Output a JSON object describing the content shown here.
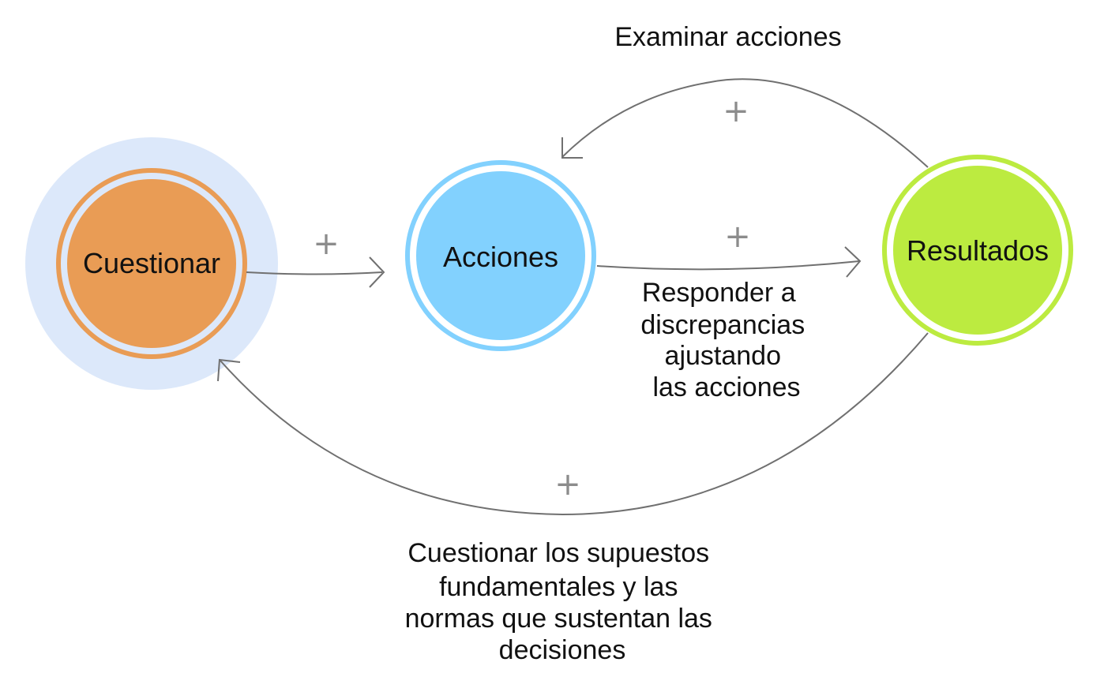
{
  "nodes": {
    "cuestionar": {
      "label": "Cuestionar",
      "fill": "#E99C55",
      "ring": "#E99C55",
      "halo": "#DCE8FA"
    },
    "acciones": {
      "label": "Acciones",
      "fill": "#82D1FE",
      "ring": "#82D1FE"
    },
    "resultados": {
      "label": "Resultados",
      "fill": "#BCEB40",
      "ring": "#BCEB40"
    }
  },
  "edges": {
    "cuestionar_to_acciones": {
      "sign": "+"
    },
    "acciones_to_resultados": {
      "sign": "+"
    },
    "resultados_to_acciones": {
      "sign": "+"
    },
    "resultados_to_cuestionar": {
      "sign": "+"
    }
  },
  "captions": {
    "top": [
      "Examinar acciones"
    ],
    "middle": [
      "Responder a",
      "discrepancias",
      "ajustando",
      "las acciones"
    ],
    "bottom": [
      "Cuestionar los supuestos",
      "fundamentales y las",
      "normas que sustentan las",
      "decisiones"
    ]
  },
  "colors": {
    "edge": "#707070",
    "plus": "#8c8c8c"
  }
}
